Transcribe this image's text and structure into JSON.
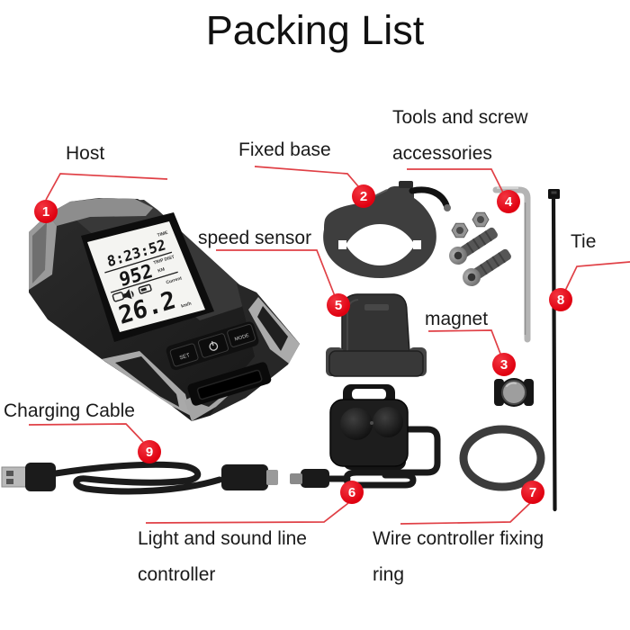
{
  "title": "Packing List",
  "colors": {
    "background": "#ffffff",
    "accent_red": "#e60915",
    "leader_line": "#e04046",
    "text": "#1a1a1a"
  },
  "callouts": [
    {
      "number": "1",
      "label": "Host",
      "line1": "Host"
    },
    {
      "number": "2",
      "label": "Fixed base",
      "line1": "Fixed base"
    },
    {
      "number": "3",
      "label": "magnet",
      "line1": "magnet"
    },
    {
      "number": "4",
      "label": "Tools and screw accessories",
      "line1": "Tools and screw",
      "line2": "accessories"
    },
    {
      "number": "5",
      "label": "speed sensor",
      "line1": "speed sensor"
    },
    {
      "number": "6",
      "label": "Light and sound line controller",
      "line1": "Light and sound line",
      "line2": "controller"
    },
    {
      "number": "7",
      "label": "Wire controller fixing ring",
      "line1": "Wire controller fixing",
      "line2": "ring"
    },
    {
      "number": "8",
      "label": "Tie",
      "line1": "Tie"
    },
    {
      "number": "9",
      "label": "Charging Cable",
      "line1": "Charging Cable"
    }
  ],
  "device_display": {
    "time": "8:23:52",
    "time_label": "TIME",
    "trip_value": "952",
    "trip_label": "TRIP DIST",
    "trip_unit": "KM",
    "status_icons": [
      "backlight-icon",
      "speaker-icon",
      "battery-icon"
    ],
    "current_label": "Current",
    "speed": "26.2",
    "speed_unit": "km/h",
    "buttons": {
      "set": "SET",
      "power": "power-icon",
      "mode": "MODE"
    }
  }
}
